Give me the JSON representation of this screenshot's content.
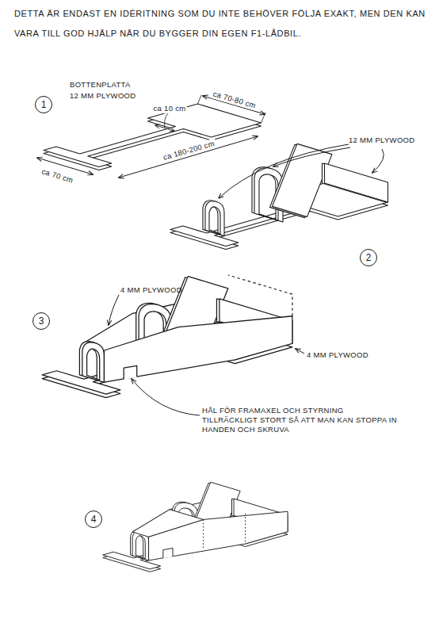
{
  "diagram": {
    "title": "DETTA ÄR ENDAST EN IDÉRITNING SOM DU INTE BEHÖVER FÖLJA EXAKT, MEN DEN KAN VARA TILL GOD HJÄLP NÄR DU BYGGER DIN EGEN F1-LÅDBIL.",
    "nodes": [
      {
        "text": [
          "1"
        ]
      },
      {
        "text": [
          "2"
        ]
      },
      {
        "text": [
          "3"
        ]
      },
      {
        "text": [
          "4"
        ]
      }
    ],
    "labels": [
      "BOTTENPLATTA",
      "12 MM PLYWOOD",
      "ca 70-80 cm",
      "ca 10 cm",
      "ca 180-200 cm",
      "ca 70 cm",
      "12 MM PLYWOOD",
      "4 MM PLYWOOD",
      "4 MM PLYWOOD",
      "HÅL FÖR FRAMAXEL OCH STYRNING TILLRÄCKLIGT STORT SÅ ATT MAN KAN STOPPA IN HANDEN OCH SKRUVA"
    ]
  }
}
